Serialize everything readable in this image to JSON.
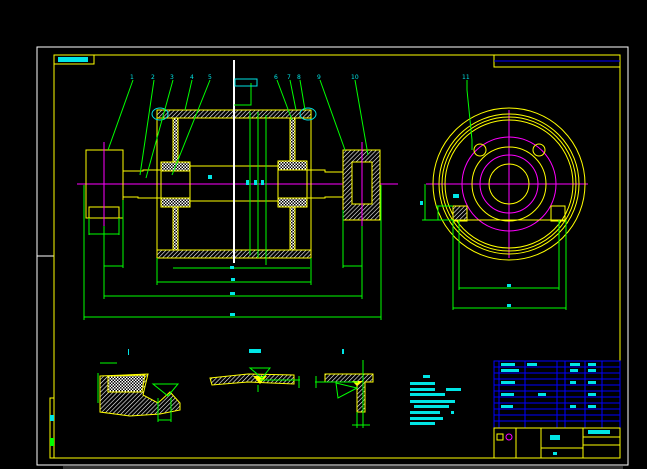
{
  "drawing": {
    "colors": {
      "background": "#000000",
      "frame": "#ffff00",
      "border": "#ffffff",
      "dimension": "#00ff00",
      "centerline": "#ff00ff",
      "text": "#00e5e5",
      "cut_line": "#ffffff"
    },
    "part_balloons": [
      "1",
      "2",
      "3",
      "4",
      "5",
      "6",
      "7",
      "8",
      "9",
      "10",
      "11"
    ],
    "views": [
      "front-section-view",
      "side-view",
      "detail-view-1",
      "detail-view-2",
      "detail-view-3"
    ],
    "has_title_block": true,
    "has_parts_list": true,
    "has_technical_notes": true
  }
}
